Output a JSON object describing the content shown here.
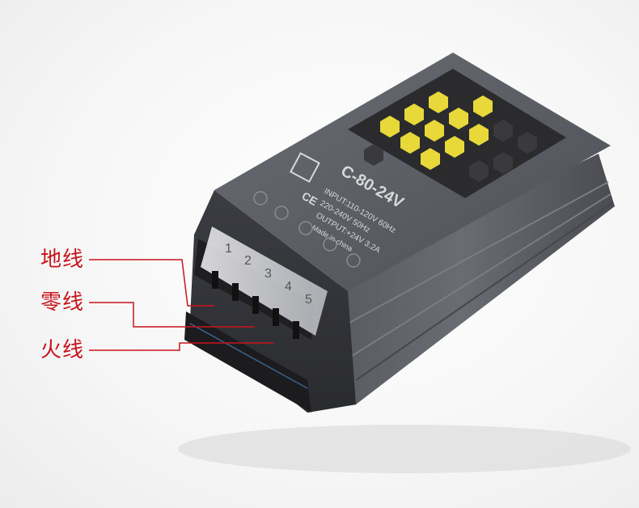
{
  "labels": {
    "ground": "地线",
    "neutral": "零线",
    "live": "火线"
  },
  "device": {
    "model": "C-80-24V",
    "input_line1": "INPUT:110-120V 60Hz",
    "input_line2": "220-240V 50Hz",
    "output": "OUTPUT:+24V 3.2A",
    "origin": "Made in china",
    "ce_mark": "CE",
    "terminal_numbers": [
      "1",
      "2",
      "3",
      "4",
      "5"
    ]
  },
  "colors": {
    "callout": "#c8141c",
    "case": "#5a5c63",
    "fan_mesh": "#e8d83a"
  }
}
